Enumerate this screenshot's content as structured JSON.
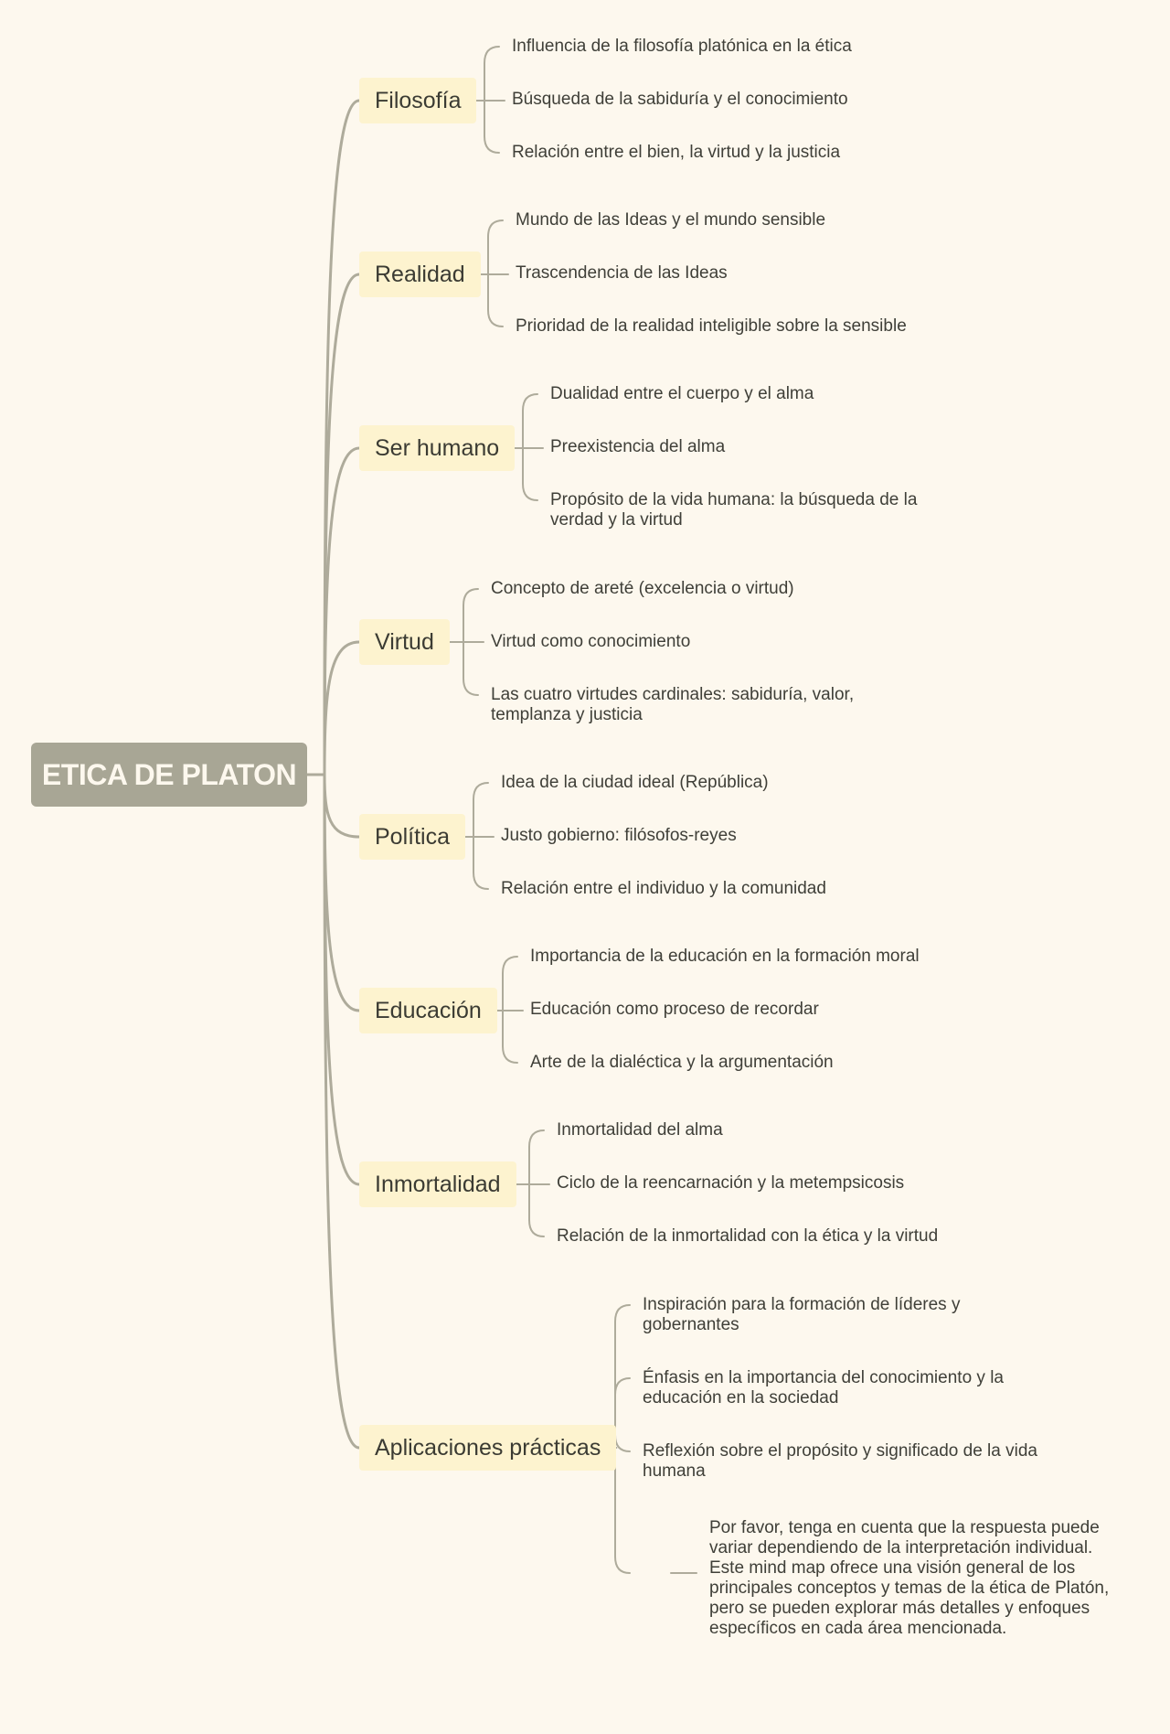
{
  "root": {
    "label": "ETICA DE PLATON"
  },
  "branches": [
    {
      "label": "Filosofía",
      "children": [
        "Influencia de la filosofía platónica en la ética",
        "Búsqueda de la sabiduría y el conocimiento",
        "Relación entre el bien, la virtud y la justicia"
      ]
    },
    {
      "label": "Realidad",
      "children": [
        "Mundo de las Ideas y el mundo sensible",
        "Trascendencia de las Ideas",
        "Prioridad de la realidad inteligible sobre la sensible"
      ]
    },
    {
      "label": "Ser humano",
      "children": [
        "Dualidad entre el cuerpo y el alma",
        "Preexistencia del alma",
        "Propósito de la vida humana: la búsqueda de la verdad y la virtud"
      ]
    },
    {
      "label": "Virtud",
      "children": [
        "Concepto de areté (excelencia o virtud)",
        "Virtud como conocimiento",
        "Las cuatro virtudes cardinales: sabiduría, valor, templanza y justicia"
      ]
    },
    {
      "label": "Política",
      "children": [
        "Idea de la ciudad ideal (República)",
        "Justo gobierno: filósofos-reyes",
        "Relación entre el individuo y la comunidad"
      ]
    },
    {
      "label": "Educación",
      "children": [
        "Importancia de la educación en la formación moral",
        "Educación como proceso de recordar",
        "Arte de la dialéctica y la argumentación"
      ]
    },
    {
      "label": "Inmortalidad",
      "children": [
        "Inmortalidad del alma",
        "Ciclo de la reencarnación y la metempsicosis",
        "Relación de la inmortalidad con la ética y la virtud"
      ]
    },
    {
      "label": "Aplicaciones prácticas",
      "children": [
        "Inspiración para la formación de líderes y gobernantes",
        "Énfasis en la importancia del conocimiento y la educación en la sociedad",
        "Reflexión sobre el propósito y significado de la vida humana"
      ],
      "note": "Por favor, tenga en cuenta que la respuesta puede variar dependiendo de la interpretación individual. Este mind map ofrece una visión general de los principales conceptos y temas de la ética de Platón, pero se pueden explorar más detalles y enfoques específicos en cada área mencionada."
    }
  ],
  "colors": {
    "background": "#fdf8ee",
    "root_fill": "#a8a695",
    "branch_fill": "#fdf3cf",
    "line": "#aeab9b",
    "text": "#3b3b33"
  }
}
